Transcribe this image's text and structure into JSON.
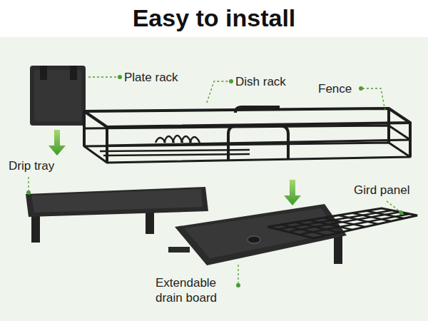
{
  "diagram": {
    "title": "Easy to install",
    "labels": [
      "Plate rack",
      "Dish rack",
      "Fence",
      "Drip tray",
      "Gird panel",
      "Extendable drain board"
    ]
  }
}
